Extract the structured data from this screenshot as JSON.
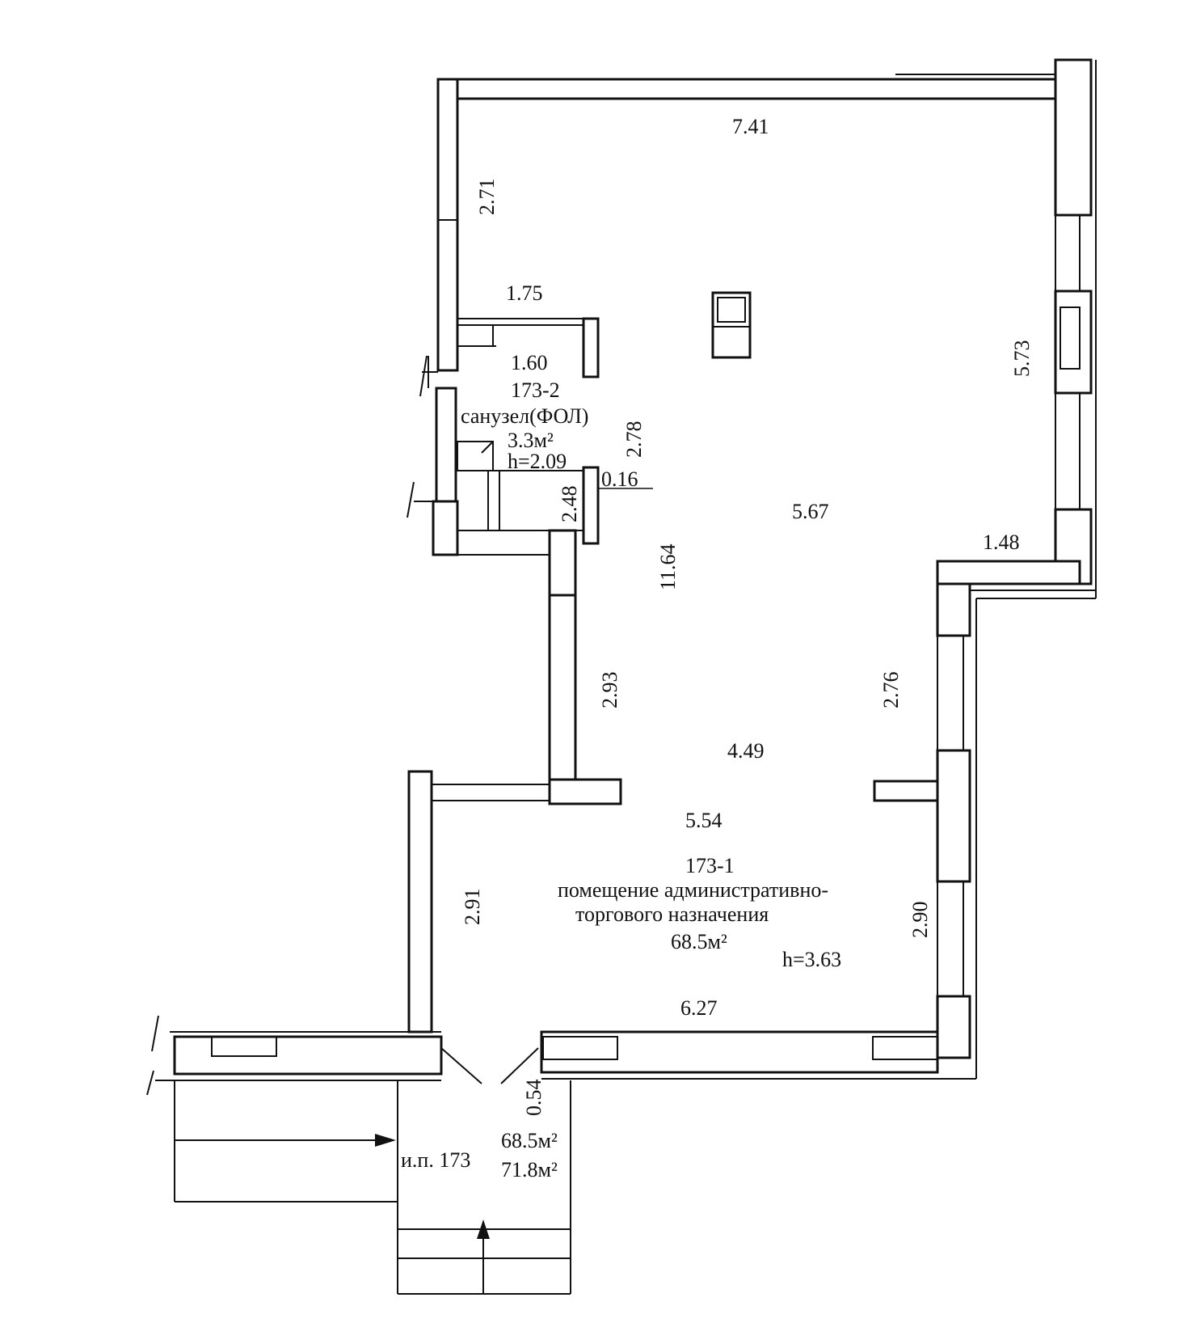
{
  "dimensions": {
    "top_width": "7.41",
    "left_top_height": "2.71",
    "bath_top_width": "1.75",
    "bath_inner_width": "1.60",
    "bath_height": "2.78",
    "bath_lower": "2.48",
    "wall_thickness": "0.16",
    "main_mid_width": "5.67",
    "main_full_height": "11.64",
    "right_upper_height": "5.73",
    "right_step": "1.48",
    "corridor_height": "2.93",
    "right_mid_height": "2.76",
    "mid_width": "4.49",
    "lower_top_width": "5.54",
    "lower_left_height": "2.91",
    "lower_right_height": "2.90",
    "bottom_width": "6.27",
    "entry_depth": "0.54"
  },
  "rooms": {
    "bathroom": {
      "id": "173-2",
      "name": "санузел(ФОЛ)",
      "area": "3.3м²",
      "height": "h=2.09"
    },
    "main": {
      "id": "173-1",
      "name_line1": "помещение административно-",
      "name_line2": "торгового назначения",
      "area": "68.5м²",
      "height": "h=3.63"
    }
  },
  "summary": {
    "premises": "и.п. 173",
    "area1": "68.5м²",
    "area2": "71.8м²"
  }
}
